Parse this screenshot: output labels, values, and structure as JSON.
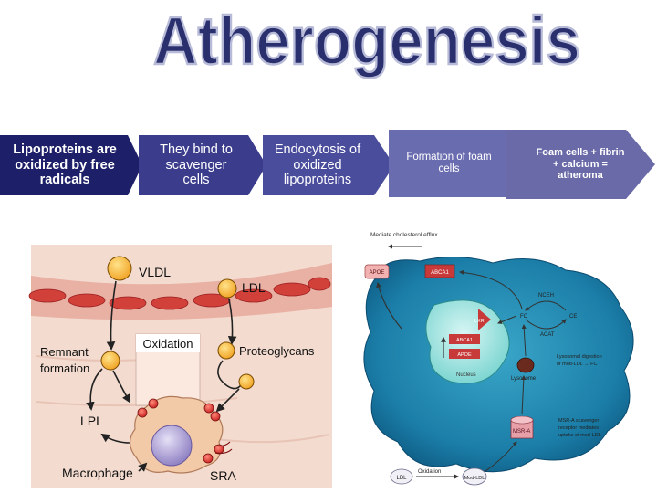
{
  "title": "Atherogenesis",
  "flow": [
    {
      "label": "Lipoproteins are oxidized by free radicals",
      "color": "#1d2068"
    },
    {
      "label": "They bind to scavenger cells",
      "color": "#3b3d8c"
    },
    {
      "label": "Endocytosis of oxidized lipoproteins",
      "color": "#4a4c9c"
    },
    {
      "label": "Formation of foam cells",
      "color": "#6a6cb0"
    },
    {
      "label": "Foam cells + fibrin + calcium = atheroma",
      "color": "#6a6aa8"
    }
  ],
  "left_diagram": {
    "labels": {
      "vldl": "VLDL",
      "ldl": "LDL",
      "remnant": "Remnant formation",
      "oxidation": "Oxidation",
      "proteoglycans": "Proteoglycans",
      "lpl": "LPL",
      "macrophage": "Macrophage",
      "sra": "SRA"
    }
  },
  "right_diagram": {
    "labels": {
      "efflux": "Mediate cholesterol efflux",
      "apoe_out": "APOE",
      "abca1_out": "ABCA1",
      "nceh": "NCEH",
      "fc": "FC",
      "ce": "CE",
      "acat": "ACAT",
      "lxr": "LXR",
      "abca1_in": "ABCA1",
      "apoe_in": "APOE",
      "nucleus": "Nucleus",
      "lysosome": "Lysosome",
      "lysosomal": "Lysosomal digestion of mod-LDL → FC",
      "msr_a": "MSR-A",
      "msr_note": "MSR-A scavenger receptor mediates uptake of mod-LDL",
      "ldl": "LDL",
      "oxidation": "Oxidation",
      "mod_ldl": "Mod-LDL"
    }
  }
}
